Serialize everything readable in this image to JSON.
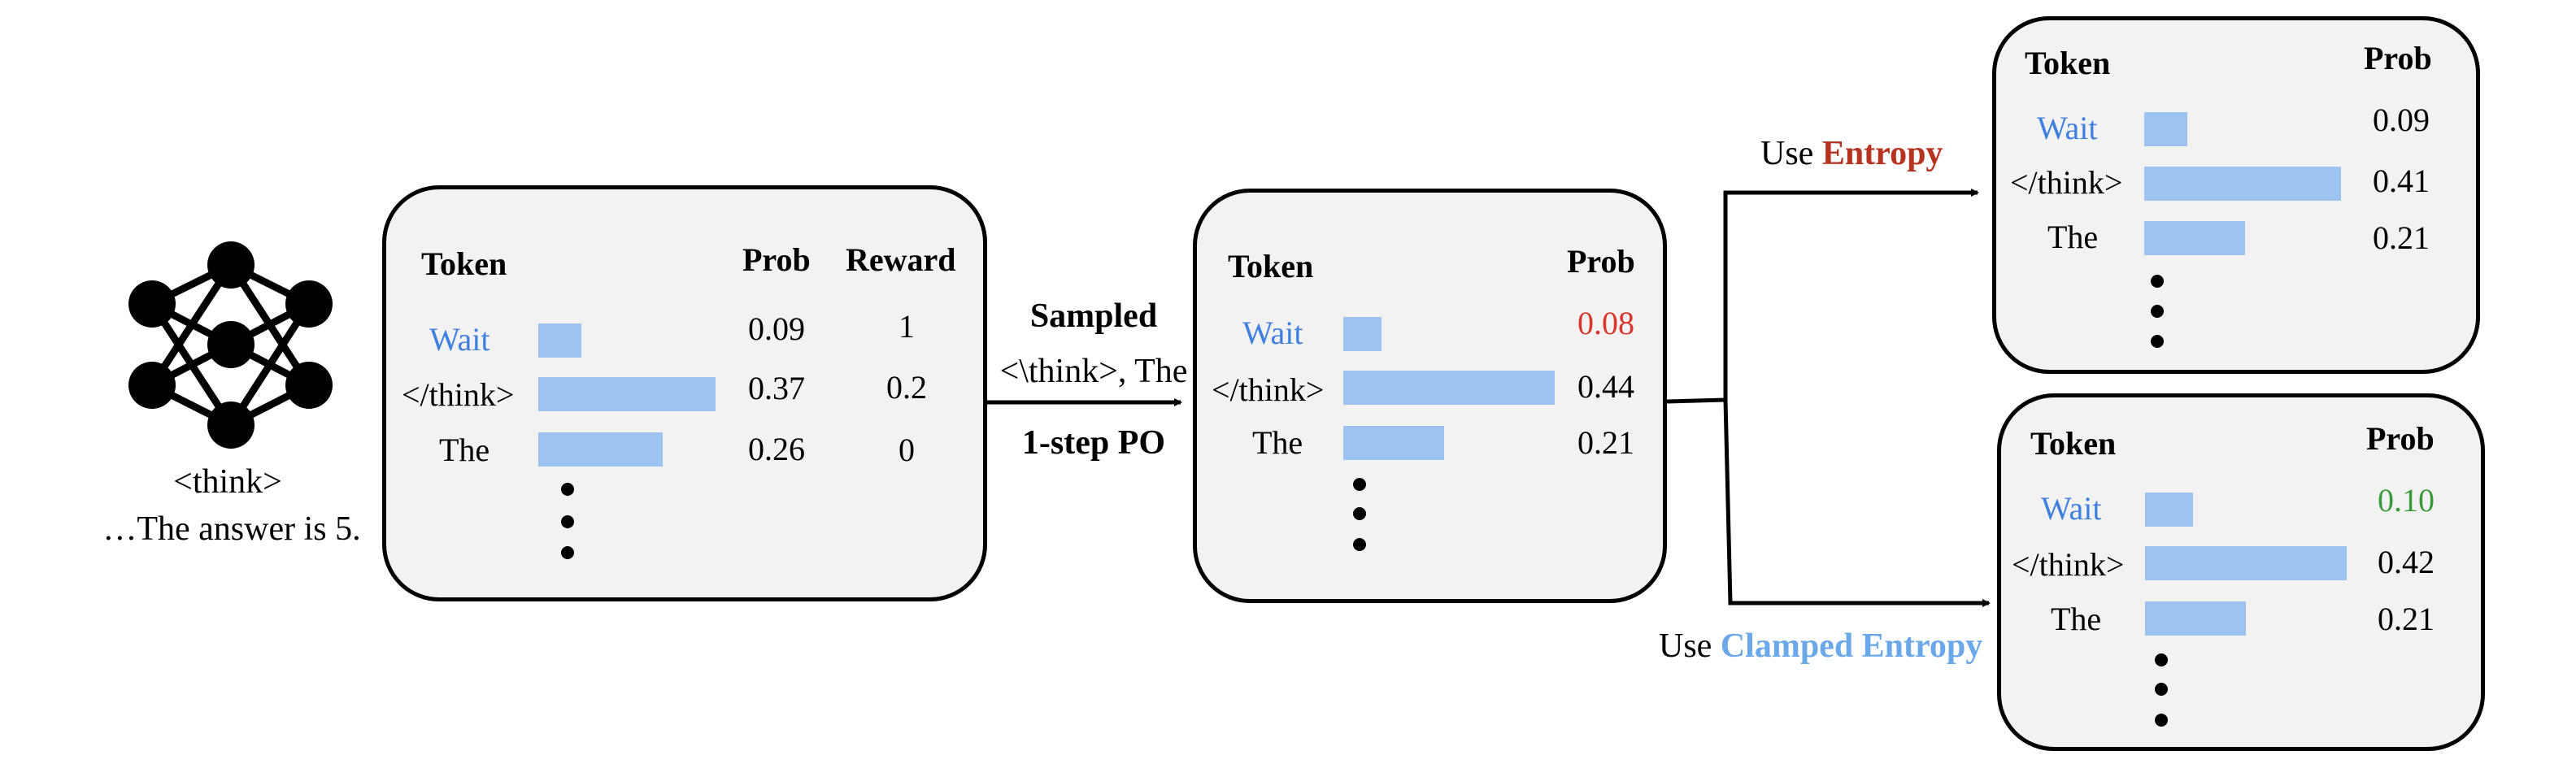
{
  "prompt": {
    "line1": "<think>",
    "line2": "…The answer is 5."
  },
  "initial_box": {
    "headers": {
      "token": "Token",
      "prob": "Prob",
      "reward": "Reward"
    },
    "rows": [
      {
        "token": "Wait",
        "prob": 0.09,
        "prob_text": "0.09",
        "reward": "1",
        "highlight": "wait"
      },
      {
        "token": "</think>",
        "prob": 0.37,
        "prob_text": "0.37",
        "reward": "0.2"
      },
      {
        "token": "The",
        "prob": 0.26,
        "prob_text": "0.26",
        "reward": "0"
      }
    ]
  },
  "arrow1": {
    "label_top": "Sampled",
    "label_mid": "<\\think>, The",
    "label_bottom": "1-step PO"
  },
  "middle_box": {
    "headers": {
      "token": "Token",
      "prob": "Prob"
    },
    "rows": [
      {
        "token": "Wait",
        "prob": 0.08,
        "prob_text": "0.08",
        "prob_color": "#d9342b"
      },
      {
        "token": "</think>",
        "prob": 0.44,
        "prob_text": "0.44"
      },
      {
        "token": "The",
        "prob": 0.21,
        "prob_text": "0.21"
      }
    ]
  },
  "branch_top": {
    "label_prefix": "Use ",
    "label_emph": "Entropy",
    "emph_color": "#b5331f",
    "headers": {
      "token": "Token",
      "prob": "Prob"
    },
    "rows": [
      {
        "token": "Wait",
        "prob": 0.09,
        "prob_text": "0.09"
      },
      {
        "token": "</think>",
        "prob": 0.41,
        "prob_text": "0.41"
      },
      {
        "token": "The",
        "prob": 0.21,
        "prob_text": "0.21"
      }
    ]
  },
  "branch_bottom": {
    "label_prefix": "Use ",
    "label_emph": "Clamped Entropy",
    "emph_color": "#6aa8ea",
    "headers": {
      "token": "Token",
      "prob": "Prob"
    },
    "rows": [
      {
        "token": "Wait",
        "prob": 0.1,
        "prob_text": "0.10",
        "prob_color": "#3a9a3a"
      },
      {
        "token": "</think>",
        "prob": 0.42,
        "prob_text": "0.42"
      },
      {
        "token": "The",
        "prob": 0.21,
        "prob_text": "0.21"
      }
    ]
  },
  "colors": {
    "wait_token": "#3f7fe0",
    "bar": "#9cc3f2",
    "box_fill": "#f2f2f2"
  },
  "icons": [
    "neural-network-icon",
    "vertical-ellipsis-icon"
  ]
}
